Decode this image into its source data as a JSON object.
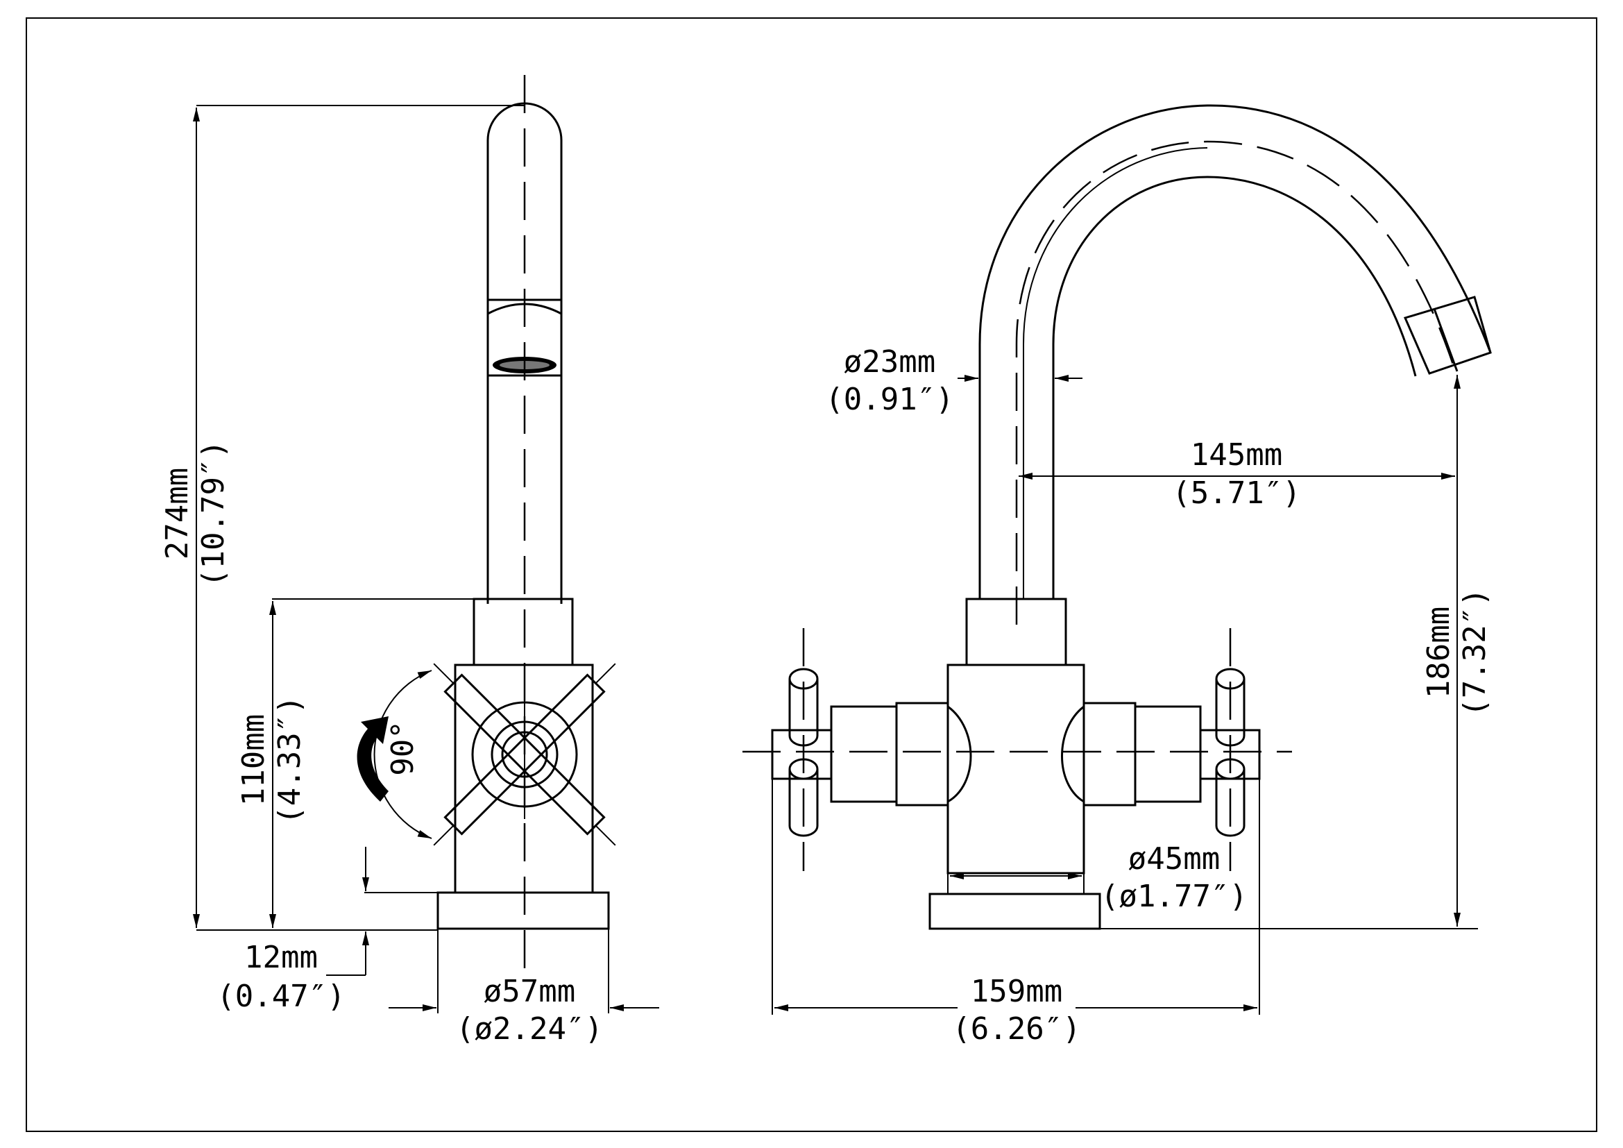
{
  "dimensions": {
    "height_total": {
      "mm": "274mm",
      "in": "(10.79″)"
    },
    "height_body": {
      "mm": "110mm",
      "in": "(4.33″)"
    },
    "rotation": {
      "label": "90°"
    },
    "base_height": {
      "mm": "12mm",
      "in": "(0.47″)"
    },
    "base_diameter": {
      "mm": "ø57mm",
      "in": "(ø2.24″)"
    },
    "spout_diameter": {
      "mm": "ø23mm",
      "in": "(0.91″)"
    },
    "spout_reach": {
      "mm": "145mm",
      "in": "(5.71″)"
    },
    "spout_height": {
      "mm": "186mm",
      "in": "(7.32″)"
    },
    "body_diameter": {
      "mm": "ø45mm",
      "in": "(ø1.77″)"
    },
    "overall_width": {
      "mm": "159mm",
      "in": "(6.26″)"
    }
  }
}
